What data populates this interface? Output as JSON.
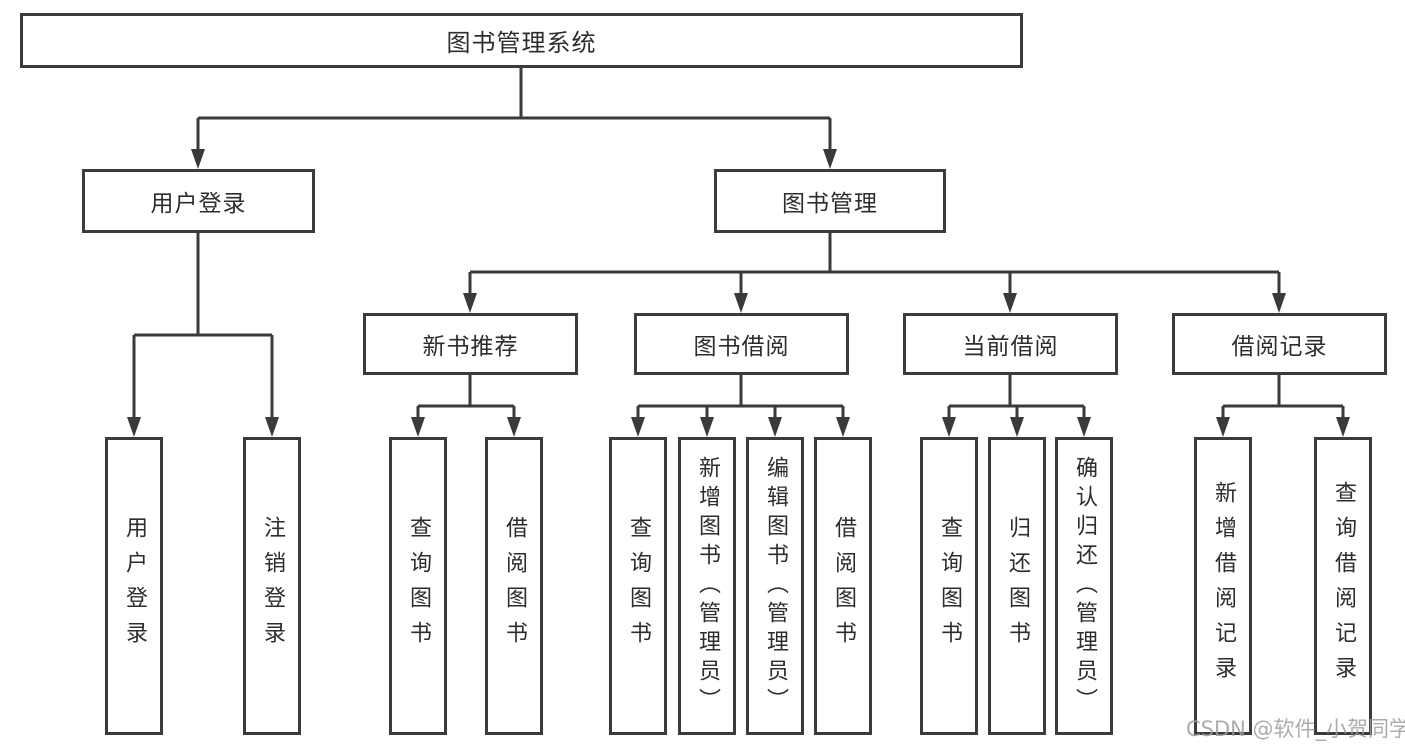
{
  "watermark": {
    "text": "CSDN @软件_小贺同学"
  },
  "colors": {
    "line": "#3a3a3a",
    "box_border": "#3b3b3b",
    "box_bg": "#ffffff",
    "text": "#2d2d2d",
    "watermark": "#9e9ea0"
  },
  "tree": {
    "root": {
      "label": "图书管理系统"
    },
    "branches": [
      {
        "label": "用户登录",
        "children": [
          {
            "label": "用户登录"
          },
          {
            "label": "注销登录"
          }
        ]
      },
      {
        "label": "图书管理",
        "children": [
          {
            "label": "新书推荐",
            "children": [
              {
                "label": "查询图书"
              },
              {
                "label": "借阅图书"
              }
            ]
          },
          {
            "label": "图书借阅",
            "children": [
              {
                "label": "查询图书"
              },
              {
                "label": "新增图书（管理员）"
              },
              {
                "label": "编辑图书（管理员）"
              },
              {
                "label": "借阅图书"
              }
            ]
          },
          {
            "label": "当前借阅",
            "children": [
              {
                "label": "查询图书"
              },
              {
                "label": "归还图书"
              },
              {
                "label": "确认归还（管理员）"
              }
            ]
          },
          {
            "label": "借阅记录",
            "children": [
              {
                "label": "新增借阅记录"
              },
              {
                "label": "查询借阅记录"
              }
            ]
          }
        ]
      }
    ]
  }
}
